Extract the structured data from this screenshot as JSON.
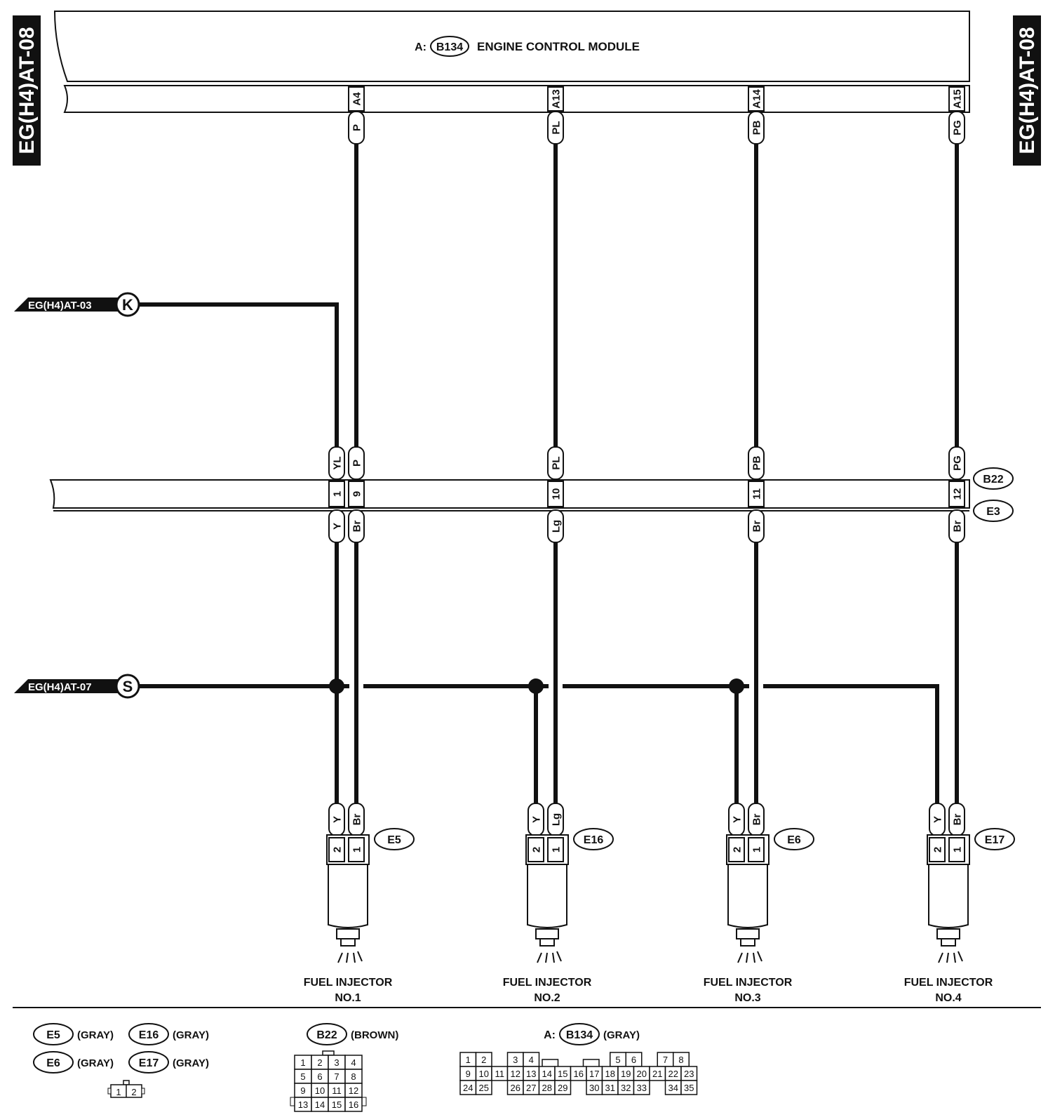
{
  "page_refs": {
    "left": "EG(H4)AT-08",
    "right": "EG(H4)AT-08"
  },
  "ecm": {
    "prefix": "A:",
    "connector": "B134",
    "title": "ENGINE CONTROL MODULE"
  },
  "ecm_pins": [
    {
      "pin": "A4",
      "color": "P"
    },
    {
      "pin": "A13",
      "color": "PL"
    },
    {
      "pin": "A14",
      "color": "PB"
    },
    {
      "pin": "A15",
      "color": "PG"
    }
  ],
  "offpage": {
    "k": {
      "ref": "EG(H4)AT-03",
      "letter": "K"
    },
    "s": {
      "ref": "EG(H4)AT-07",
      "letter": "S"
    }
  },
  "junction": {
    "upper_connector": "B22",
    "lower_connector": "E3",
    "pins": [
      {
        "top": "YL",
        "num": "1",
        "bottom": "Y"
      },
      {
        "top": "P",
        "num": "9",
        "bottom": "Br"
      },
      {
        "top": "PL",
        "num": "10",
        "bottom": "Lg"
      },
      {
        "top": "PB",
        "num": "11",
        "bottom": "Br"
      },
      {
        "top": "PG",
        "num": "12",
        "bottom": "Br"
      }
    ]
  },
  "injectors": [
    {
      "connector": "E5",
      "wire2": "Y",
      "wire1": "Br",
      "pin2": "2",
      "pin1": "1",
      "label1": "FUEL INJECTOR",
      "label2": "NO.1"
    },
    {
      "connector": "E16",
      "wire2": "Y",
      "wire1": "Lg",
      "pin2": "2",
      "pin1": "1",
      "label1": "FUEL INJECTOR",
      "label2": "NO.2"
    },
    {
      "connector": "E6",
      "wire2": "Y",
      "wire1": "Br",
      "pin2": "2",
      "pin1": "1",
      "label1": "FUEL INJECTOR",
      "label2": "NO.3"
    },
    {
      "connector": "E17",
      "wire2": "Y",
      "wire1": "Br",
      "pin2": "2",
      "pin1": "1",
      "label1": "FUEL INJECTOR",
      "label2": "NO.4"
    }
  ],
  "legend": {
    "small_connectors": [
      {
        "id": "E5",
        "color": "(GRAY)"
      },
      {
        "id": "E16",
        "color": "(GRAY)"
      },
      {
        "id": "E6",
        "color": "(GRAY)"
      },
      {
        "id": "E17",
        "color": "(GRAY)"
      }
    ],
    "small_pins": [
      "1",
      "2"
    ],
    "b22": {
      "id": "B22",
      "color": "(BROWN)",
      "pins": [
        "1",
        "2",
        "3",
        "4",
        "5",
        "6",
        "7",
        "8",
        "9",
        "10",
        "11",
        "12",
        "13",
        "14",
        "15",
        "16"
      ]
    },
    "b134": {
      "prefix": "A:",
      "id": "B134",
      "color": "(GRAY)",
      "row1": [
        "1",
        "2",
        "",
        "3",
        "4",
        "",
        "",
        "",
        "",
        "",
        "",
        "5",
        "6",
        "",
        "7",
        "8"
      ],
      "row2": [
        "9",
        "10",
        "11",
        "12",
        "13",
        "14",
        "15",
        "16",
        "17",
        "18",
        "19",
        "20",
        "21",
        "22",
        "23"
      ],
      "row3": [
        "24",
        "25",
        "",
        "26",
        "27",
        "28",
        "29",
        "",
        "30",
        "31",
        "32",
        "33",
        "",
        "34",
        "35"
      ]
    }
  }
}
